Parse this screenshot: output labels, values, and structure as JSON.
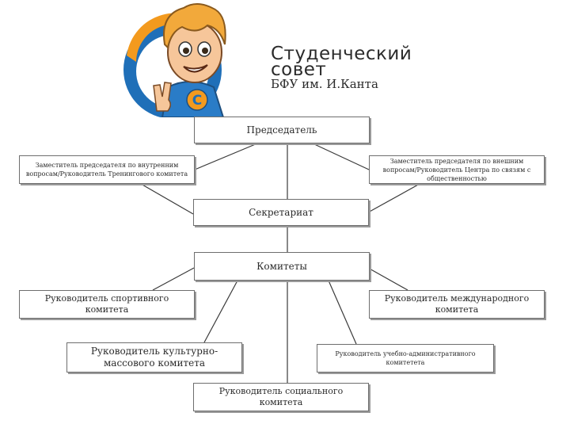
{
  "brand": {
    "title_line1": "Студенческий",
    "title_line2": "совет",
    "subtitle": "БФУ им. И.Канта",
    "logo_letter": "C",
    "colors": {
      "blue": "#1f6fb8",
      "orange": "#f39a1e",
      "hair": "#f2a93b",
      "skin": "#f6c69a"
    }
  },
  "org": {
    "chairman": "Председатель",
    "deputy_internal": "Заместитель председателя по внутренним вопросам/Руководитель Тренингового комитета",
    "deputy_external": "Заместитель председателя по внешним вопросам/Руководитель Центра по связям с общественностью",
    "secretariat": "Секретариат",
    "committees": "Комитеты",
    "sports": "Руководитель спортивного комитета",
    "international": "Руководитель международного комитета",
    "cultural": "Руководитель культурно-массового комитета",
    "academic": "Руководитель учебно-административного комитетета",
    "social": "Руководитель социального комитета"
  },
  "colors": {
    "line": "#3a3a3a",
    "border": "#6e6e6e",
    "shadow": "#9a9a9a"
  }
}
